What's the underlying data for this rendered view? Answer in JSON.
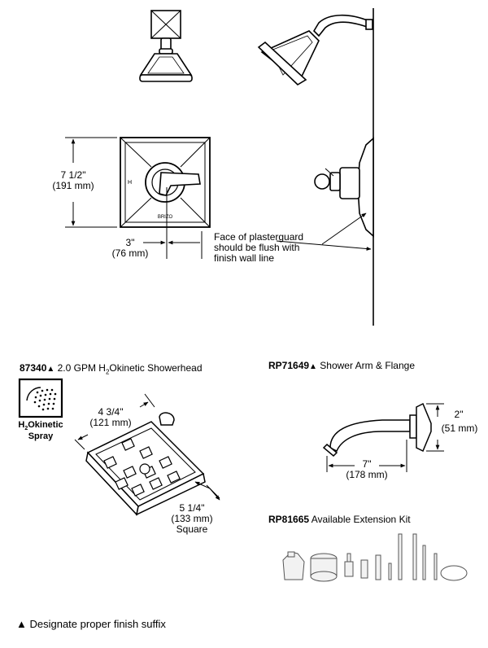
{
  "dim_height": {
    "imperial": "7 1/2\"",
    "metric": "(191 mm)"
  },
  "dim_projection": {
    "imperial": "3\"",
    "metric": "(76 mm)"
  },
  "plasterguard_note": [
    "Face of plasterguard",
    "should be flush with",
    "finish wall line"
  ],
  "valve_brand_mark": "BRIZO",
  "showerhead": {
    "part_number": "87340",
    "marker": "▲",
    "title_pre": " 2.0 GPM H",
    "title_sub": "2",
    "title_post": "Okinetic Showerhead",
    "spray_pre": "H",
    "spray_sub": "2",
    "spray_post": "Okinetic",
    "spray_line2": "Spray",
    "dim_width": {
      "imperial": "4 3/4\"",
      "metric": "(121 mm)"
    },
    "dim_depth": {
      "imperial": "5 1/4\"",
      "metric": "(133 mm)",
      "shape": "Square"
    }
  },
  "shower_arm": {
    "part_number": "RP71649",
    "marker": "▲",
    "title": " Shower Arm & Flange",
    "dim_height": {
      "imperial": "2\"",
      "metric": "(51 mm)"
    },
    "dim_length": {
      "imperial": "7\"",
      "metric": "(178 mm)"
    }
  },
  "extension_kit": {
    "part_number": "RP81665",
    "title": "  Available Extension Kit"
  },
  "footer": {
    "marker": "▲",
    "text": " Designate proper finish suffix"
  },
  "colors": {
    "line": "#000000",
    "fill": "#ffffff",
    "light_fill": "#f2f2f2"
  }
}
